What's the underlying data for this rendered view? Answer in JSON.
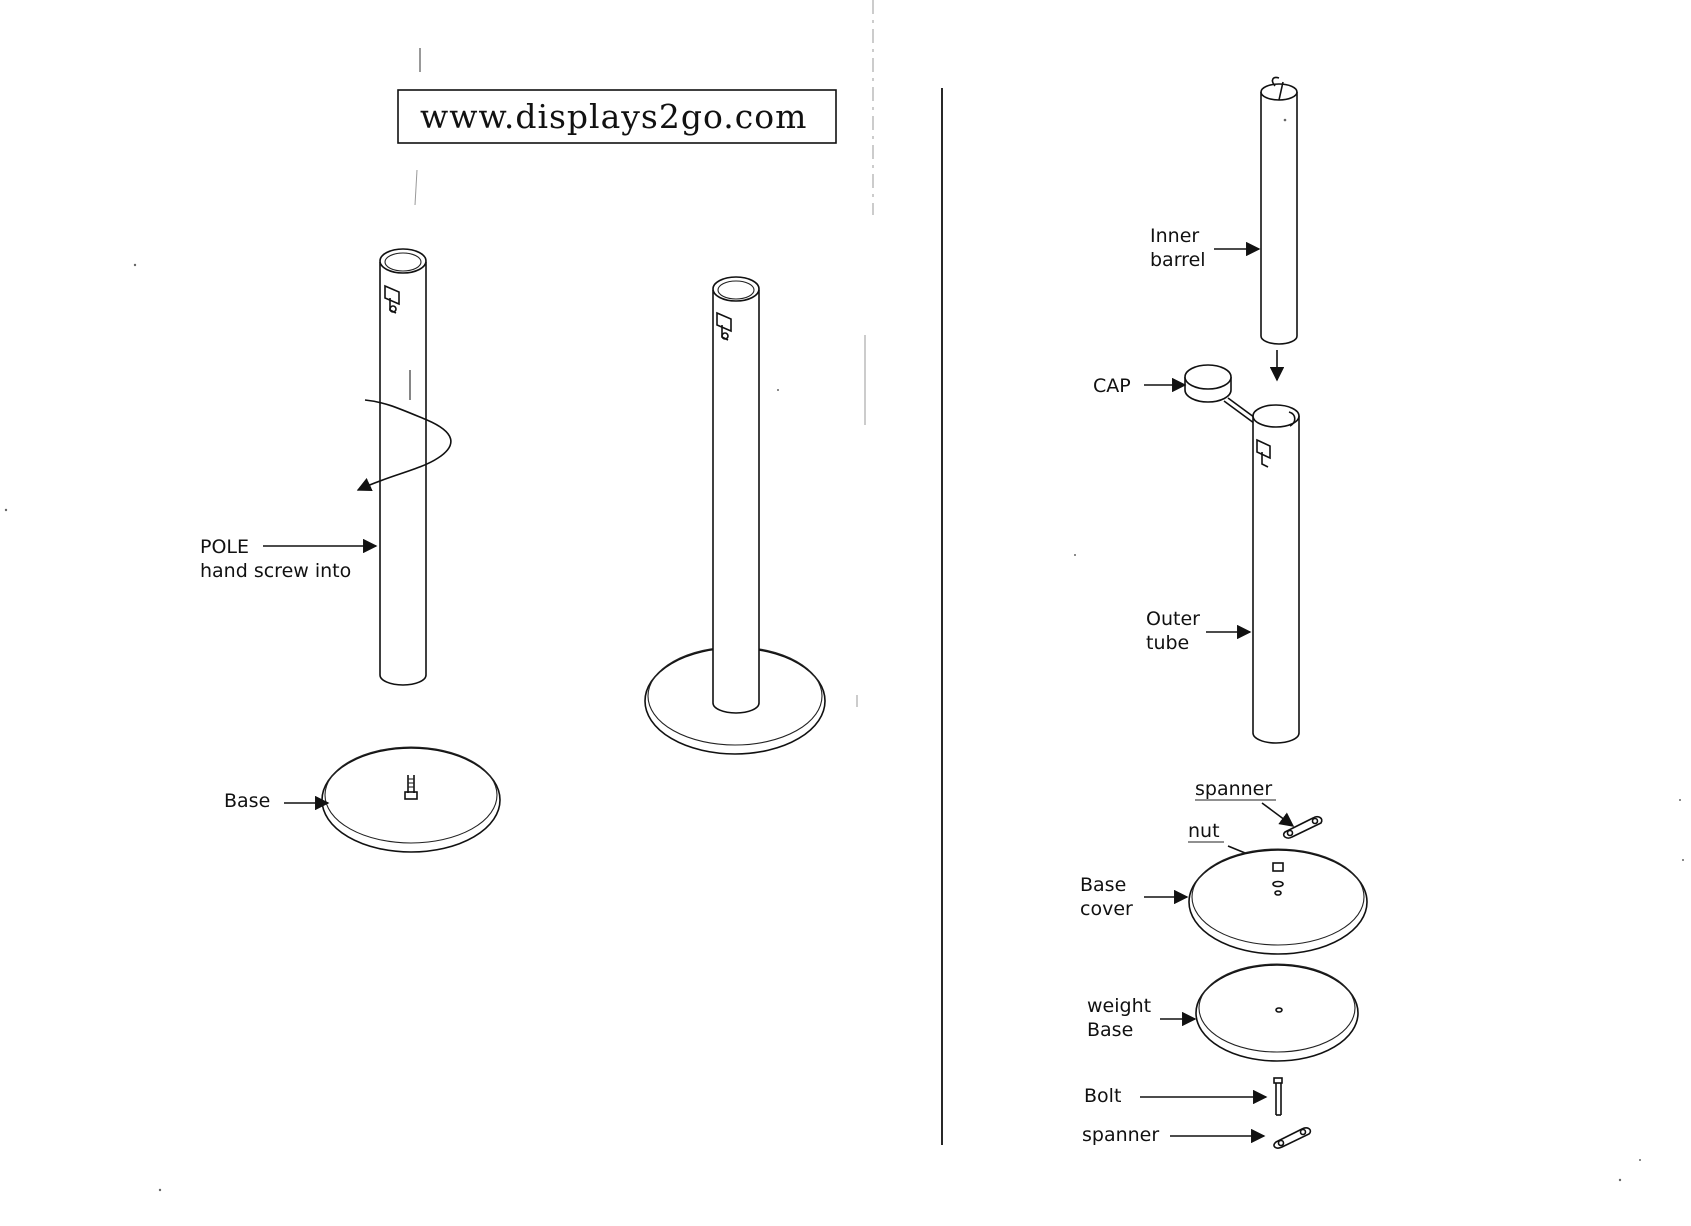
{
  "header": {
    "url": "www.displays2go.com"
  },
  "left_panel": {
    "pole_label": "POLE",
    "pole_sublabel": "hand screw into",
    "base_label": "Base"
  },
  "right_panel": {
    "inner_barrel_label": [
      "Inner",
      "barrel"
    ],
    "cap_label": "CAP",
    "outer_tube_label": [
      "Outer",
      "tube"
    ],
    "spanner_top_label": "spanner",
    "nut_label": "nut",
    "base_cover_label": [
      "Base",
      "cover"
    ],
    "weight_base_label": [
      "weight",
      "Base"
    ],
    "bolt_label": "Bolt",
    "spanner_bottom_label": "spanner"
  }
}
